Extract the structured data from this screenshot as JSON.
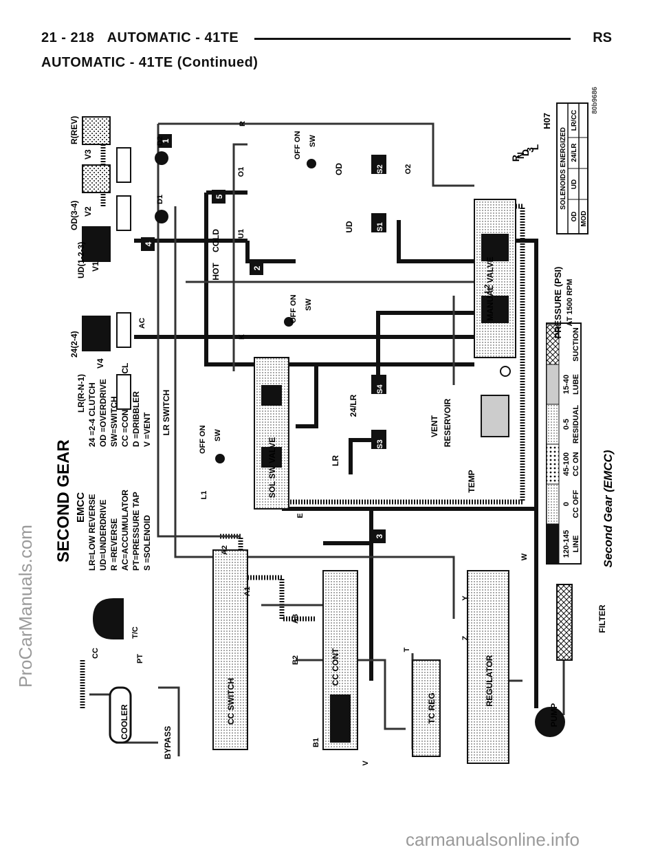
{
  "header": {
    "page_ref": "21 - 218",
    "section": "AUTOMATIC - 41TE",
    "right": "RS"
  },
  "section_title": "AUTOMATIC - 41TE (Continued)",
  "watermarks": {
    "left": "ProCarManuals.com",
    "bottom": "carmanualsonline.info"
  },
  "figure": {
    "title": "SECOND GEAR",
    "subtitle": "EMCC",
    "code": "H07",
    "image_id": "80b9686",
    "caption": "Second Gear (EMCC)",
    "legend_left": [
      "LR=LOW REVERSE",
      "UD=UNDERDRIVE",
      "R =REVERSE",
      "AC=ACCUMULATOR",
      "PT=PRESSURE TAP",
      "S =SOLENOID"
    ],
    "legend_right": [
      "24 =2-4 CLUTCH",
      "OD =OVERDRIVE",
      "SW=SWITCH",
      "CC =CONVERTER CL",
      "D =DRIBBLER",
      "V =VENT"
    ],
    "clutch_labels": [
      "LR(R-N-1)",
      "24(2-4)",
      "UD(1-2-3)",
      "OD(3-4)",
      "R(REV)"
    ],
    "valve_labels": [
      "V1",
      "V2",
      "V3",
      "V4"
    ],
    "components": [
      "COOLER",
      "BYPASS",
      "CC SWITCH",
      "CC CONT",
      "TC REG",
      "REGULATOR",
      "PUMP",
      "FILTER",
      "SOL SW VALVE",
      "MANUAL VALVE",
      "VENT",
      "RESERVOIR",
      "TEMP",
      "LR SWITCH"
    ],
    "switch_labels": [
      "OFF ON",
      "SW"
    ],
    "solenoid_labels": [
      "S1",
      "S2",
      "S3",
      "S4"
    ],
    "solenoid_names": [
      "UD",
      "OD",
      "LR",
      "24/LR"
    ],
    "line_labels": [
      "A1",
      "A2",
      "A3",
      "B1",
      "B2",
      "E",
      "K",
      "L1",
      "L2",
      "O1",
      "O2",
      "U1",
      "T",
      "W",
      "Y",
      "Z",
      "T/C",
      "CC",
      "PT",
      "AC",
      "V",
      "D1",
      "D2",
      "R"
    ],
    "circled_numbers": [
      "1",
      "2",
      "3",
      "4",
      "5"
    ],
    "cold_hot": [
      "HOT",
      "COLD"
    ],
    "gear_positions": [
      "R",
      "N",
      "D",
      "3",
      "L"
    ],
    "pressure_legend": {
      "title": "PRESSURE (PSI)",
      "subtitle": "AT 1500 RPM",
      "values": [
        "120-145",
        "0",
        "45-100",
        "0-5",
        "15-40",
        ""
      ],
      "names": [
        "LINE",
        "CC OFF",
        "CC ON",
        "RESIDUAL",
        "LUBE",
        "SUCTION"
      ]
    },
    "solenoid_table": {
      "title": "SOLENOIDS ENERGIZED",
      "headers": [
        "LR/CC",
        "24/LR",
        "UD",
        "OD"
      ],
      "row_label": "MOD"
    }
  }
}
